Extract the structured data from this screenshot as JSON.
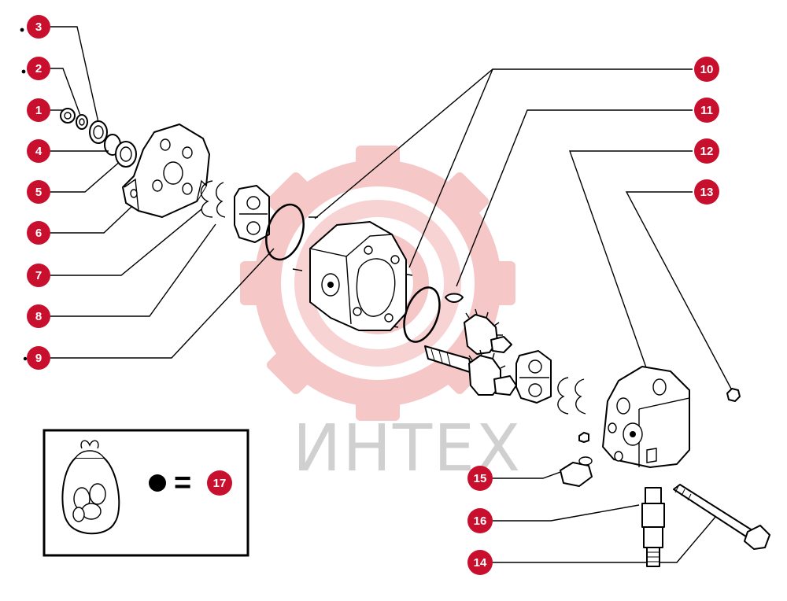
{
  "watermark": {
    "text": "ИНТЕХ",
    "color": "#f2b8b8"
  },
  "badge_color": "#c8102e",
  "callouts": [
    "1",
    "2",
    "3",
    "4",
    "5",
    "6",
    "7",
    "8",
    "9",
    "10",
    "11",
    "12",
    "13",
    "14",
    "15",
    "16",
    "17"
  ],
  "legend": {
    "equals": "=",
    "number": "17",
    "icon": "parts-bag-icon"
  }
}
